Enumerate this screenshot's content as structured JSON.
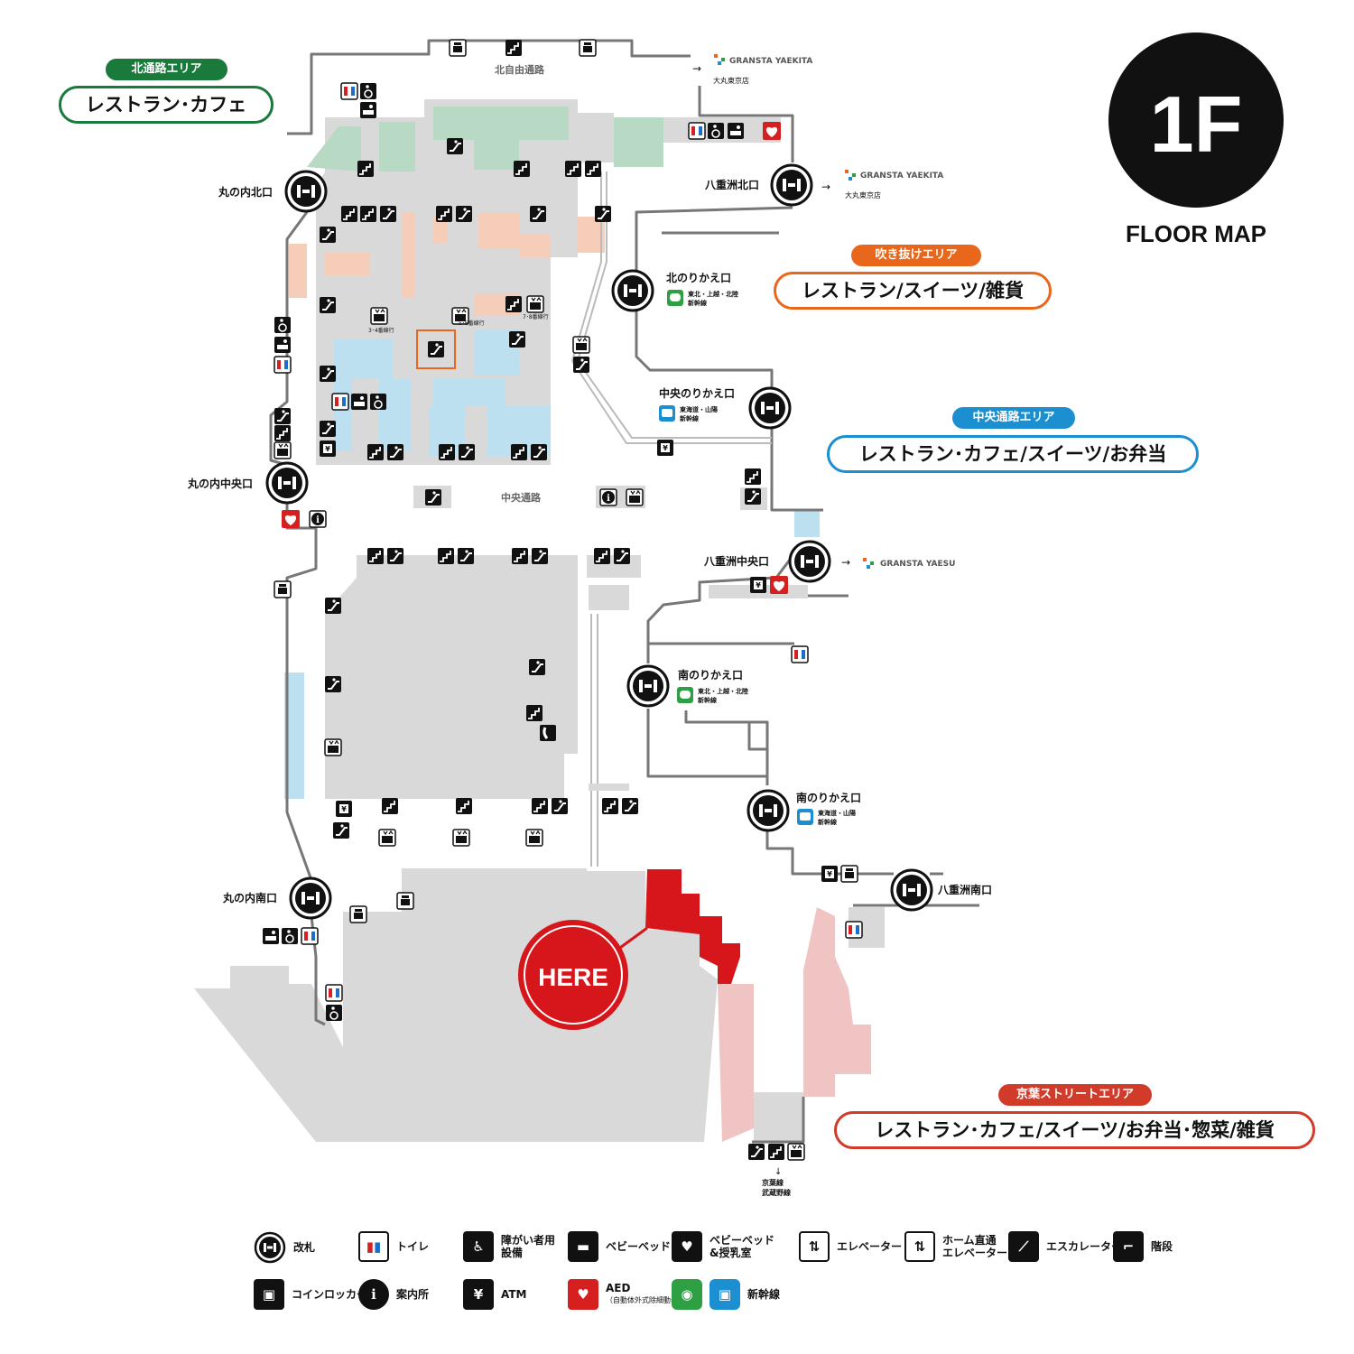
{
  "floor": {
    "label": "1F",
    "caption": "FLOOR MAP"
  },
  "areas": {
    "north": {
      "tag": "北通路エリア",
      "title": "レストラン･カフェ",
      "color": "#1a7a3c"
    },
    "atrium": {
      "tag": "吹き抜けエリア",
      "title": "レストラン/スイーツ/雑貨",
      "color": "#e8671c"
    },
    "central": {
      "tag": "中央通路エリア",
      "title": "レストラン･カフェ/スイーツ/お弁当",
      "color": "#1b8fd0"
    },
    "keiyo": {
      "tag": "京葉ストリートエリア",
      "title": "レストラン･カフェ/スイーツ/お弁当･惣菜/雑貨",
      "color": "#d03b2a"
    }
  },
  "gates": {
    "marunouchi_north": "丸の内北口",
    "marunouchi_central": "丸の内中央口",
    "marunouchi_south": "丸の内南口",
    "yaesu_north": "八重洲北口",
    "yaesu_central": "八重洲中央口",
    "yaesu_south": "八重洲南口",
    "north_transfer": "北のりかえ口",
    "central_transfer": "中央のりかえ口",
    "south_transfer_1": "南のりかえ口",
    "south_transfer_2": "南のりかえ口"
  },
  "shinkansen": {
    "north": [
      "東北・上越・北陸",
      "新幹線"
    ],
    "central": [
      "東海道・山陽",
      "新幹線"
    ],
    "south1": [
      "東北・上越・北陸",
      "新幹線"
    ],
    "south2": [
      "東海道・山陽",
      "新幹線"
    ]
  },
  "passages": {
    "north": "北自由通路",
    "central": "中央通路"
  },
  "platform_elevators": {
    "a": "3･4番線行",
    "b": "5･6番線行",
    "c": "7･8番線行"
  },
  "links": {
    "granstayaekita_1": "GRANSTA YAEKITA",
    "daimaru_1": "大丸東京店",
    "granstayaekita_2": "GRANSTA YAEKITA",
    "daimaru_2": "大丸東京店",
    "granstayaesu": "GRANSTA YAESU"
  },
  "keiyo_lines": [
    "京葉線",
    "武蔵野線"
  ],
  "here": "HERE",
  "aed": "AED",
  "icons": [
    "ticket-gate-icon",
    "toilet-icon",
    "accessibility-icon",
    "baby-bed-icon",
    "nursing-room-icon",
    "elevator-icon",
    "platform-elevator-icon",
    "escalator-icon",
    "stairs-icon",
    "coin-locker-icon",
    "information-icon",
    "atm-icon",
    "aed-icon",
    "shinkansen-icon",
    "phone-icon"
  ],
  "legend": [
    {
      "icon": "ticket-gate-icon",
      "label": "改札"
    },
    {
      "icon": "toilet-icon",
      "label": "トイレ"
    },
    {
      "icon": "accessibility-icon",
      "label": "障がい者用\n設備"
    },
    {
      "icon": "baby-bed-icon",
      "label": "ベビーベッド"
    },
    {
      "icon": "nursing-room-icon",
      "label": "ベビーベッド\n&授乳室"
    },
    {
      "icon": "elevator-icon",
      "label": "エレベーター"
    },
    {
      "icon": "platform-elevator-icon",
      "label": "ホーム直通\nエレベーター"
    },
    {
      "icon": "escalator-icon",
      "label": "エスカレーター"
    },
    {
      "icon": "stairs-icon",
      "label": "階段"
    },
    {
      "icon": "coin-locker-icon",
      "label": "コインロッカー"
    },
    {
      "icon": "information-icon",
      "label": "案内所"
    },
    {
      "icon": "atm-icon",
      "label": "ATM"
    },
    {
      "icon": "aed-icon",
      "label": "AED",
      "sub": "（自動体外式除細動器）"
    },
    {
      "icon": "shinkansen-icon",
      "label": "新幹線"
    }
  ]
}
